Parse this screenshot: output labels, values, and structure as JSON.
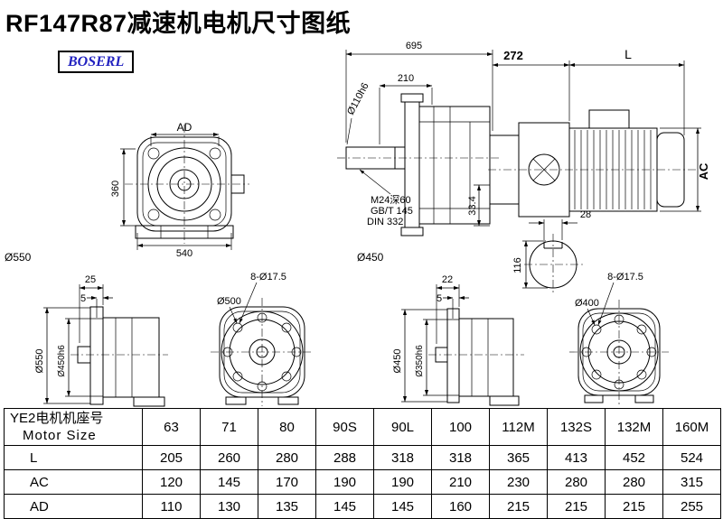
{
  "page": {
    "title": "RF147R87减速机电机尺寸图纸",
    "brand": "BOSERL"
  },
  "labels": {
    "dim_695": "695",
    "dim_272": "272",
    "dim_L": "L",
    "shaft_dia": "Ø110h6",
    "dim_210": "210",
    "thread_spec": "M24深60",
    "thread_std1": "GB/T 145",
    "thread_std2": "DIN 332",
    "dim_33_4": "33.4",
    "dia_450_main": "Ø450",
    "dia_550_main": "Ø550",
    "dim_AD": "AD",
    "dim_360": "360",
    "dim_540": "540",
    "dim_AC": "AC",
    "dim_28": "28",
    "dim_116": "116",
    "v1_dim_25": "25",
    "v1_dim_5": "5",
    "v1_dia_550": "Ø550",
    "v1_dia_450h6": "Ø450h6",
    "v2_holes": "8-Ø17.5",
    "v2_dia_500": "Ø500",
    "v3_dim_22": "22",
    "v3_dim_5": "5",
    "v3_dia_450": "Ø450",
    "v3_dia_350h6": "Ø350h6",
    "v4_holes": "8-Ø17.5",
    "v4_dia_400": "Ø400"
  },
  "table": {
    "header_cn": "YE2电机机座号",
    "header_en": "Motor Size",
    "columns": [
      "63",
      "71",
      "80",
      "90S",
      "90L",
      "100",
      "112M",
      "132S",
      "132M",
      "160M"
    ],
    "rows": [
      {
        "label": "L",
        "values": [
          "205",
          "260",
          "280",
          "288",
          "318",
          "318",
          "365",
          "413",
          "452",
          "524"
        ]
      },
      {
        "label": "AC",
        "values": [
          "120",
          "145",
          "170",
          "190",
          "190",
          "210",
          "230",
          "280",
          "280",
          "315"
        ]
      },
      {
        "label": "AD",
        "values": [
          "110",
          "130",
          "135",
          "145",
          "145",
          "160",
          "215",
          "215",
          "215",
          "255"
        ]
      }
    ]
  }
}
